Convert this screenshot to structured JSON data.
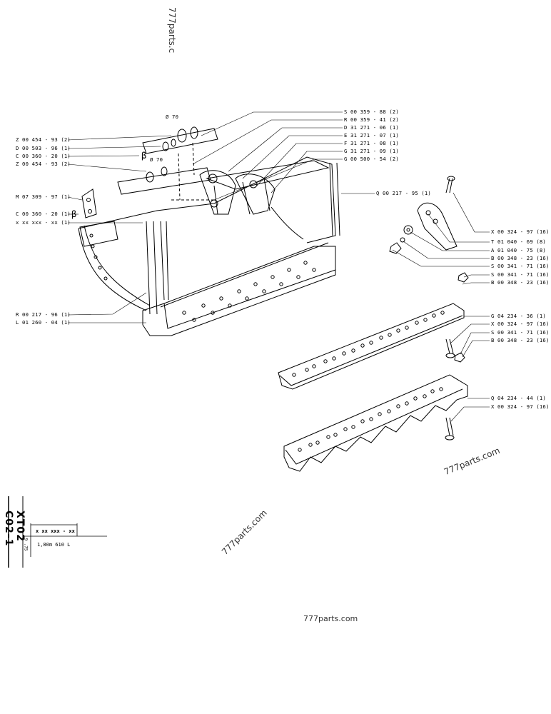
{
  "watermarks": {
    "top": "777parts.c",
    "right": "777parts.com",
    "middle": "777parts.com",
    "bottom": "777parts.com"
  },
  "dimensions": {
    "d1": "Ø 70",
    "d2": "Ø 70",
    "beta1": "β",
    "beta2": "β"
  },
  "labels_left": [
    "Z 00 454 - 93 (2)",
    "D 00 503 - 96 (1)",
    "C 00 360 - 20 (1)",
    "Z 00 454 - 93 (2)",
    "M 07 309 - 97 (1)",
    "C 00 360 - 20 (1)",
    "x  xx  xxx - xx (1)",
    "R 00 217 - 96 (1)",
    "L 01 260 - 04 (1)"
  ],
  "labels_top_right": [
    "S 00 359 - 88 (2)",
    "R 00 359 - 41 (2)",
    "D 31 271 - 06 (1)",
    "E 31 271 - 07 (1)",
    "F 31 271 - 08 (1)",
    "G 31 271 - 09 (1)",
    "G 00 500 - 54 (2)",
    "Q 00 217 - 95 (1)"
  ],
  "labels_right": [
    "X 00 324 - 97 (16)",
    "T 01 040 - 69 (8)",
    "A 01 040 - 75 (8)",
    "B 00 348 - 23 (16)",
    "S 00 341 - 71 (16)",
    "S 00 341 - 71 (16)",
    "B 00 348 - 23 (16)",
    "G 04 234 - 36 (1)",
    "X 00 324 - 97 (16)",
    "S 00 341 - 71 (16)",
    "B 00 348 - 23 (16)",
    "Q 04 234 - 44 (1)",
    "X 00 324 - 97 (16)"
  ],
  "title_block": {
    "code": "XT02 C02-1",
    "date": "9 .75",
    "ref": "x  xx  xxx - xx",
    "desc": "1,80m  610 L"
  }
}
